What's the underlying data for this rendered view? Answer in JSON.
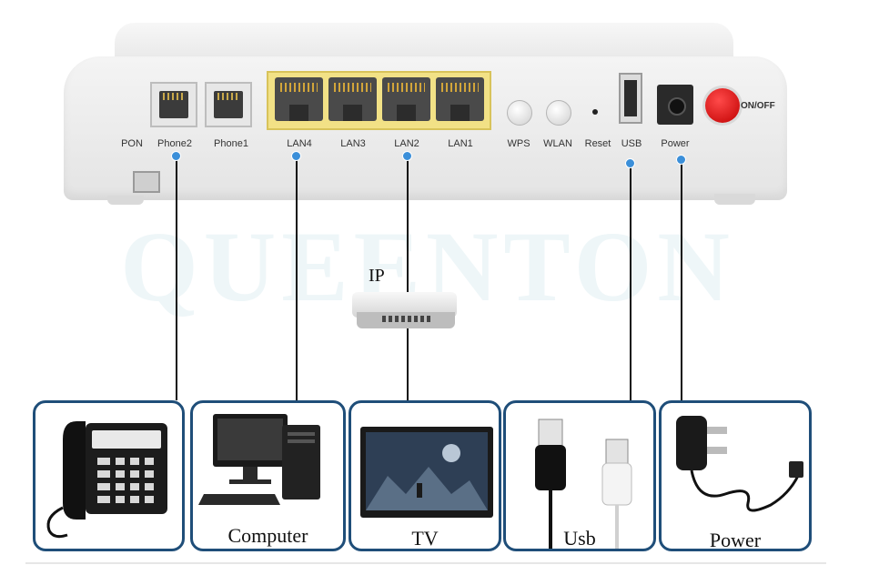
{
  "router": {
    "ports": [
      {
        "id": "pon",
        "label": "PON"
      },
      {
        "id": "phone2",
        "label": "Phone2"
      },
      {
        "id": "phone1",
        "label": "Phone1"
      },
      {
        "id": "lan4",
        "label": "LAN4"
      },
      {
        "id": "lan3",
        "label": "LAN3"
      },
      {
        "id": "lan2",
        "label": "LAN2"
      },
      {
        "id": "lan1",
        "label": "LAN1"
      },
      {
        "id": "wps",
        "label": "WPS"
      },
      {
        "id": "wlan",
        "label": "WLAN"
      },
      {
        "id": "reset",
        "label": "Reset"
      },
      {
        "id": "usb",
        "label": "USB"
      },
      {
        "id": "power",
        "label": "Power"
      }
    ],
    "onoff_label": "ON/OFF",
    "lan_color": "#f2e186",
    "onoff_color": "#d60000"
  },
  "watermark": "QUEENTON",
  "ip_box": {
    "label": "IP"
  },
  "devices": [
    {
      "id": "phone",
      "label": "",
      "icon": "telephone-icon"
    },
    {
      "id": "computer",
      "label": "Computer",
      "icon": "computer-icon"
    },
    {
      "id": "tv",
      "label": "TV",
      "icon": "tv-icon"
    },
    {
      "id": "usb",
      "label": "Usb",
      "icon": "usb-cable-icon"
    },
    {
      "id": "power",
      "label": "Power",
      "icon": "power-adapter-icon"
    }
  ],
  "colors": {
    "box_border": "#1f4e79",
    "dot": "#3b8fd9"
  }
}
